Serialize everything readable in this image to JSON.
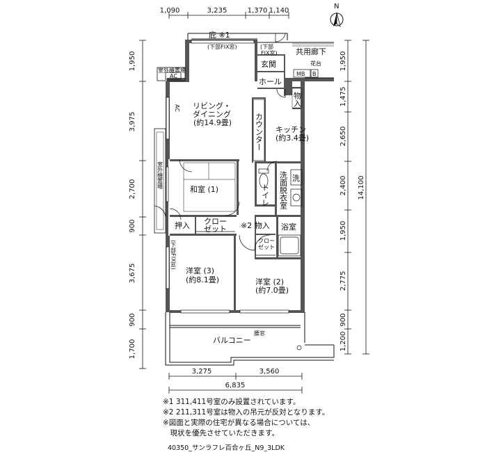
{
  "top_dims": [
    "1,090",
    "3,235",
    "1,370",
    "1,140"
  ],
  "left_dims": [
    "1,950",
    "3,975",
    "2,700",
    "900",
    "3,675",
    "900",
    "1,700"
  ],
  "right_dims": [
    "1,950",
    "1,475",
    "2,650",
    "2,400",
    "1,950",
    "2,775",
    "900",
    "1,200"
  ],
  "right_total": "14,100",
  "bottom_dims": [
    "3,275",
    "3,560"
  ],
  "bottom_total": "6,835",
  "compass": "N",
  "rooms": {
    "eave": "庇 ※1",
    "fix_window_top": "(下部FIX窓)",
    "fix_small_1": "(下部",
    "fix_small_2": "FIX窓)",
    "genkan": "玄関",
    "common_corridor": "共用廊下",
    "flower_stand": "花台",
    "mb": "MB",
    "b": "B",
    "hall": "ホール",
    "ac_outdoor_top": "室外機置場",
    "ac_top": "AC",
    "ac_living": "AC",
    "living_1": "リビング・",
    "living_2": "ダイニング",
    "living_3": "(約14.9畳)",
    "counter": "カウンター",
    "storage_hall": "物入",
    "kitchen_1": "キッチン",
    "kitchen_2": "(約3.4畳)",
    "ac_outdoor_left": "室外機置場",
    "washroom": "洗面脱衣室",
    "wash": "洗",
    "toilet": "トイレ",
    "washitsu": "和室 (1)",
    "oshiire": "押入",
    "closet_1": "クロー",
    "closet_2": "ゼット",
    "note2_storage": "※2 物入",
    "bath": "浴室",
    "closet_small_1": "クロー",
    "closet_small_2": "ゼット",
    "fix_left": "(下部FIX窓)",
    "youshitsu3_1": "洋室 (3)",
    "youshitsu3_2": "(約8.1畳)",
    "youshitsu2_1": "洋室 (2)",
    "youshitsu2_2": "(約7.0畳)",
    "koshimado": "腰窓",
    "balcony": "バルコニー"
  },
  "notes": [
    "※1 311,411号室のみ設置されています。",
    "※2 211,311号室は物入の吊元が反対となります。",
    "※図面と実際の住宅が異なる場合については、",
    "　現状を優先させていただきます。"
  ],
  "caption": "40350_サンラフレ百合ヶ丘_N9_3LDK"
}
